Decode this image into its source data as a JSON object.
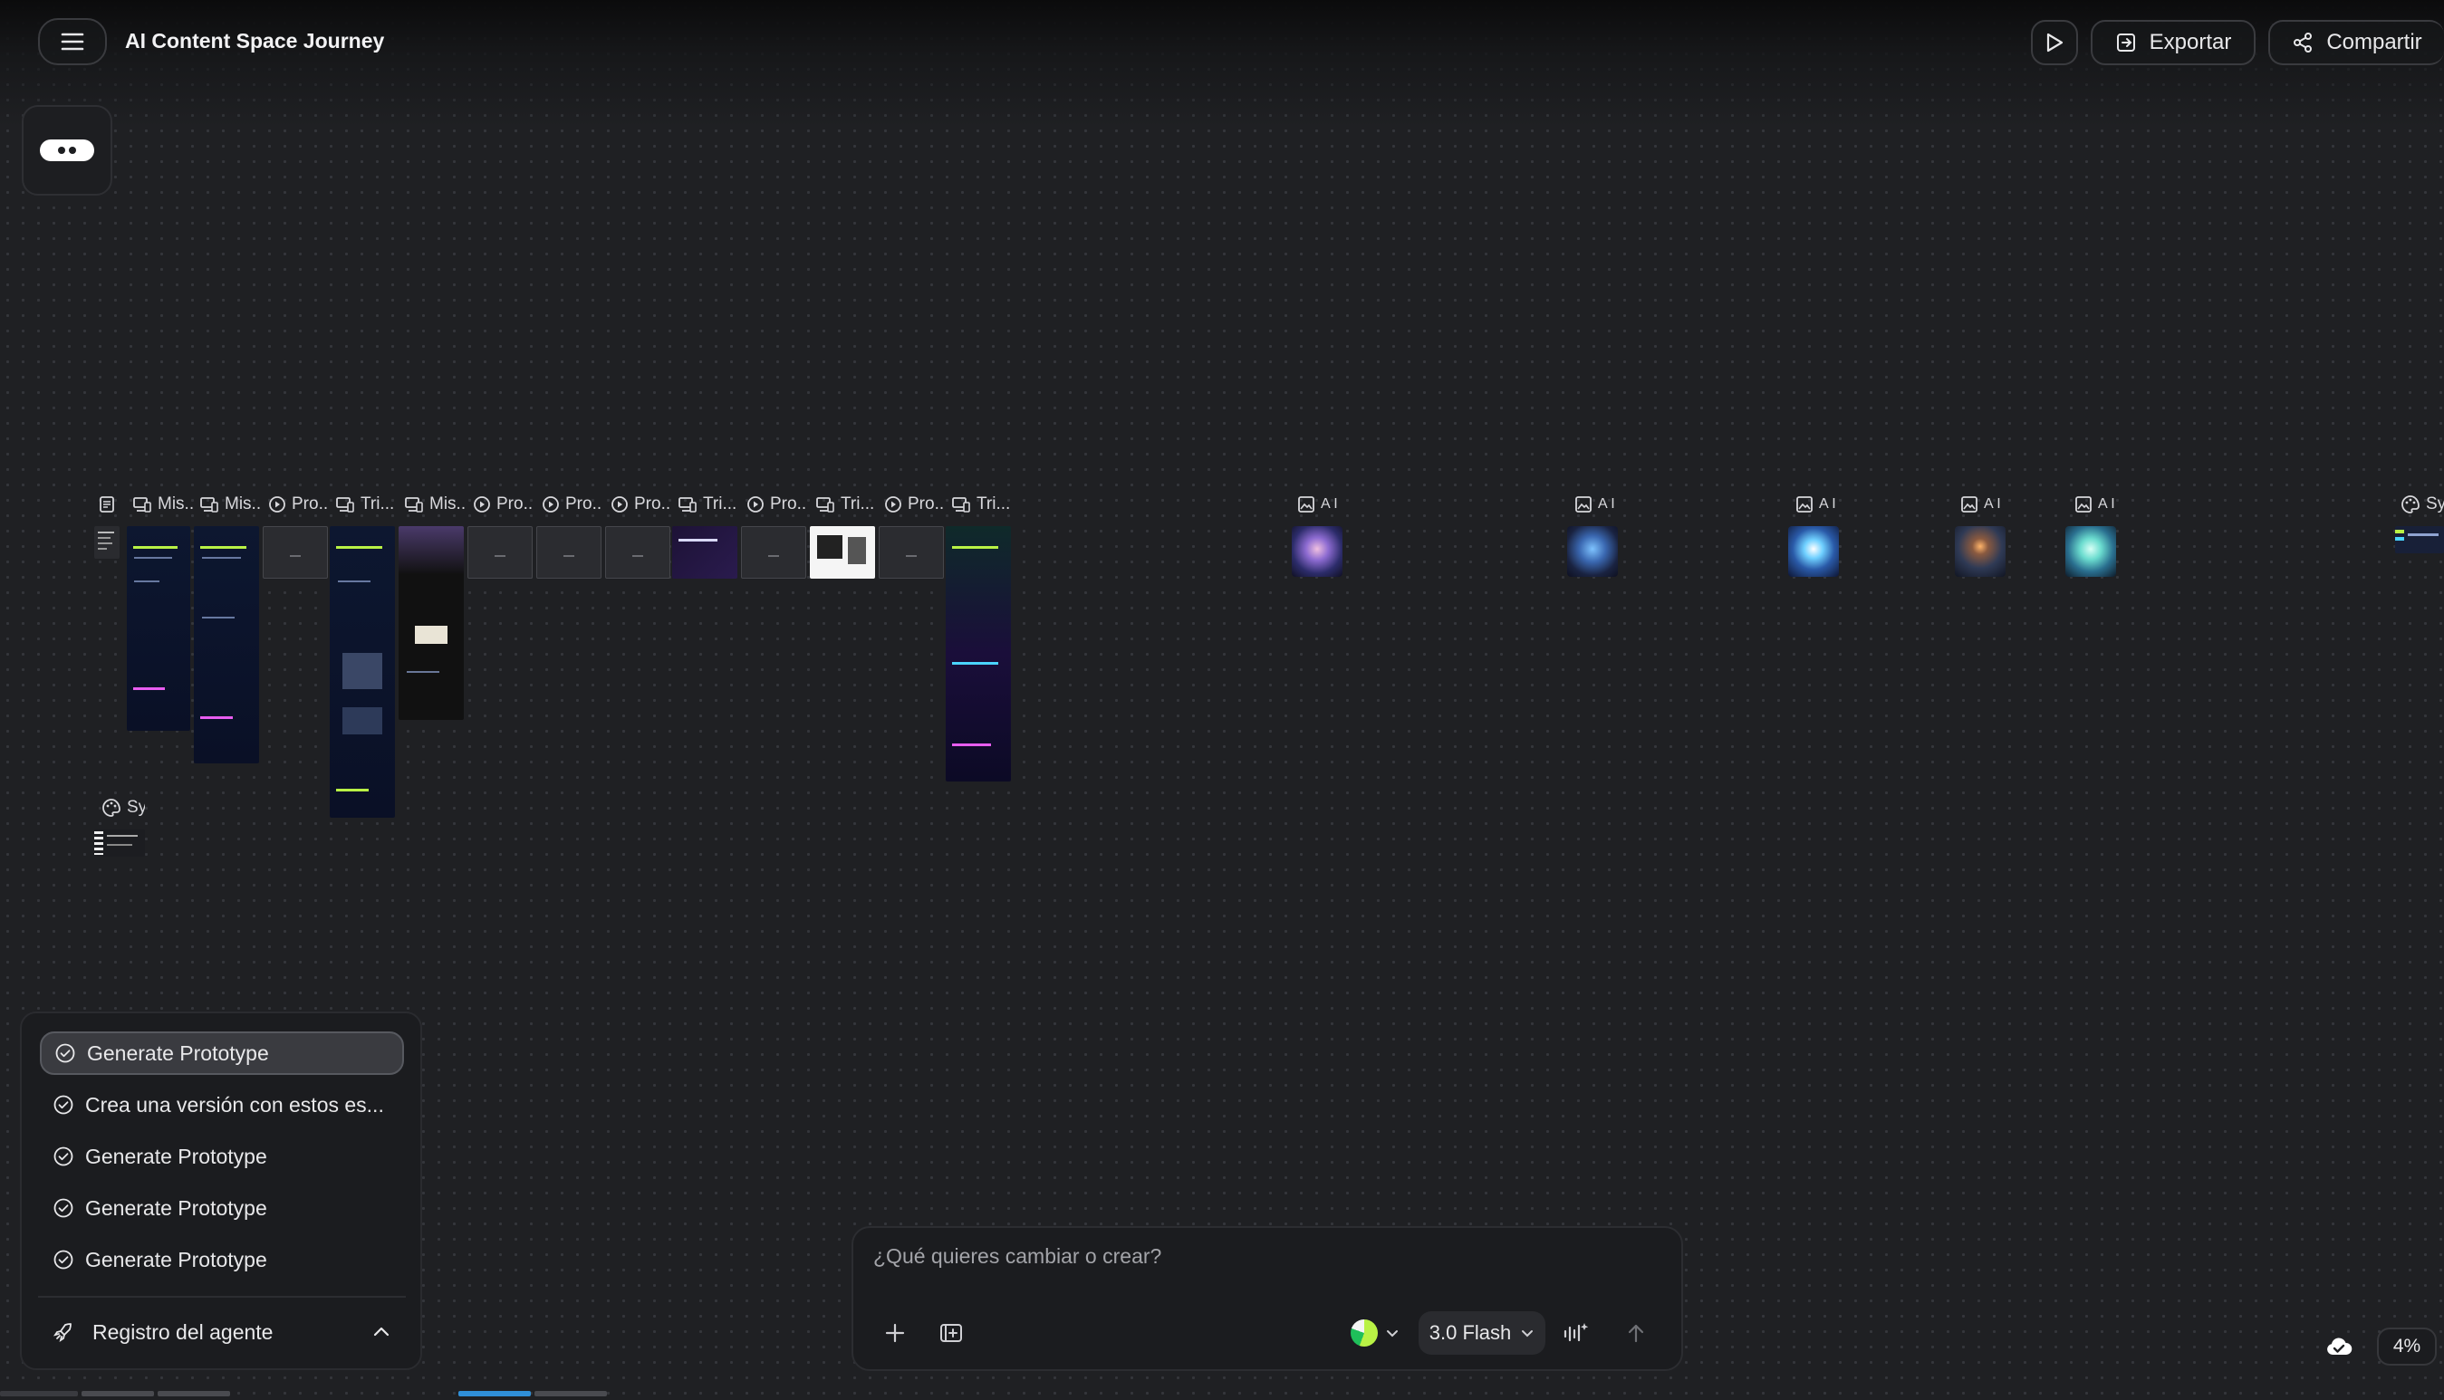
{
  "header": {
    "title": "AI Content Space Journey",
    "export_label": "Exportar",
    "share_label": "Compartir"
  },
  "canvas": {
    "frames": [
      {
        "label": "",
        "icon": "document-icon"
      },
      {
        "label": "Mis..",
        "icon": "devices-icon"
      },
      {
        "label": "Mis..",
        "icon": "devices-icon"
      },
      {
        "label": "Pro..",
        "icon": "play-icon"
      },
      {
        "label": "Tri...",
        "icon": "devices-icon"
      },
      {
        "label": "Mis..",
        "icon": "devices-icon"
      },
      {
        "label": "Pro..",
        "icon": "play-icon"
      },
      {
        "label": "Pro..",
        "icon": "play-icon"
      },
      {
        "label": "Pro..",
        "icon": "play-icon"
      },
      {
        "label": "Tri...",
        "icon": "devices-icon"
      },
      {
        "label": "Pro..",
        "icon": "play-icon"
      },
      {
        "label": "Tri...",
        "icon": "devices-icon"
      },
      {
        "label": "Pro..",
        "icon": "play-icon"
      },
      {
        "label": "Tri...",
        "icon": "devices-icon"
      }
    ],
    "images": [
      {
        "label": "A I"
      },
      {
        "label": "A I"
      },
      {
        "label": "A I"
      },
      {
        "label": "A I"
      },
      {
        "label": "A I"
      }
    ],
    "styles_label_right": "Sy",
    "styles_label_left": "Sy"
  },
  "agent_panel": {
    "items": [
      {
        "label": "Generate Prototype"
      },
      {
        "label": "Crea una versión con estos es..."
      },
      {
        "label": "Generate Prototype"
      },
      {
        "label": "Generate Prototype"
      },
      {
        "label": "Generate Prototype"
      }
    ],
    "footer_label": "Registro del agente"
  },
  "composer": {
    "placeholder": "¿Qué quieres cambiar o crear?",
    "model_label": "3.0 Flash"
  },
  "zoom": {
    "level": "4%"
  },
  "colors": {
    "background": "#1f2023",
    "accent_lime": "#b9f245",
    "accent_blue": "#2f8fd8"
  }
}
